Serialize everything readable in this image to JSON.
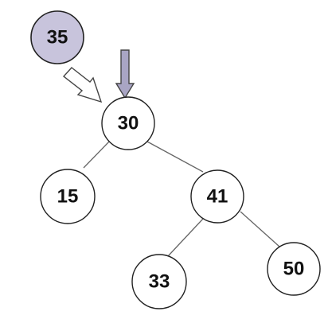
{
  "diagram": {
    "type": "binary-search-tree",
    "incoming_node": {
      "label": "35",
      "fill_color": "#c8c4dc"
    },
    "nodes": [
      {
        "id": "n30",
        "label": "30"
      },
      {
        "id": "n15",
        "label": "15"
      },
      {
        "id": "n41",
        "label": "41"
      },
      {
        "id": "n33",
        "label": "33"
      },
      {
        "id": "n50",
        "label": "50"
      }
    ],
    "edges": [
      {
        "from": "n30",
        "to": "n15"
      },
      {
        "from": "n30",
        "to": "n41"
      },
      {
        "from": "n41",
        "to": "n33"
      },
      {
        "from": "n41",
        "to": "n50"
      }
    ],
    "arrows": [
      {
        "name": "hollow-diagonal-arrow",
        "style": "hollow",
        "target": "n30"
      },
      {
        "name": "filled-down-arrow",
        "style": "filled",
        "fill_color": "#a9a5c4",
        "target": "n30"
      }
    ],
    "colors": {
      "node_fill": "#ffffff",
      "node_stroke": "#222222",
      "edge_stroke": "#666666",
      "arrow_stroke": "#444444"
    }
  }
}
